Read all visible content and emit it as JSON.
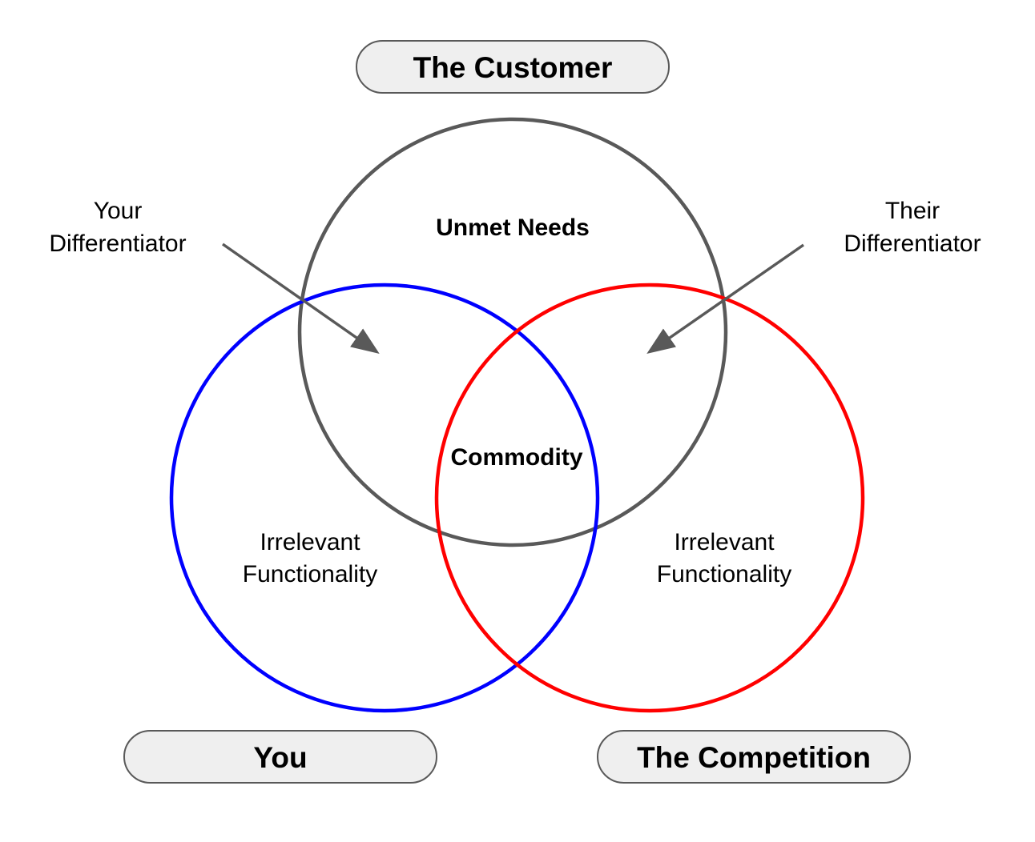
{
  "title": "Customer / You / Competition Venn Diagram",
  "colors": {
    "customer_circle": "#595959",
    "you_circle": "#0000ff",
    "competition_circle": "#ff0000",
    "arrow": "#595959",
    "pill_fill": "#efefef",
    "pill_stroke": "#595959"
  },
  "pills": {
    "customer": "The Customer",
    "you": "You",
    "competition": "The Competition"
  },
  "regions": {
    "unmet_needs": "Unmet Needs",
    "commodity": "Commodity",
    "you_irrelevant": [
      "Irrelevant",
      "Functionality"
    ],
    "competition_irrelevant": [
      "Irrelevant",
      "Functionality"
    ]
  },
  "callouts": {
    "your_differentiator": [
      "Your",
      "Differentiator"
    ],
    "their_differentiator": [
      "Their",
      "Differentiator"
    ]
  },
  "circles": [
    {
      "id": "customer",
      "label": "The Customer"
    },
    {
      "id": "you",
      "label": "You"
    },
    {
      "id": "competition",
      "label": "The Competition"
    }
  ]
}
